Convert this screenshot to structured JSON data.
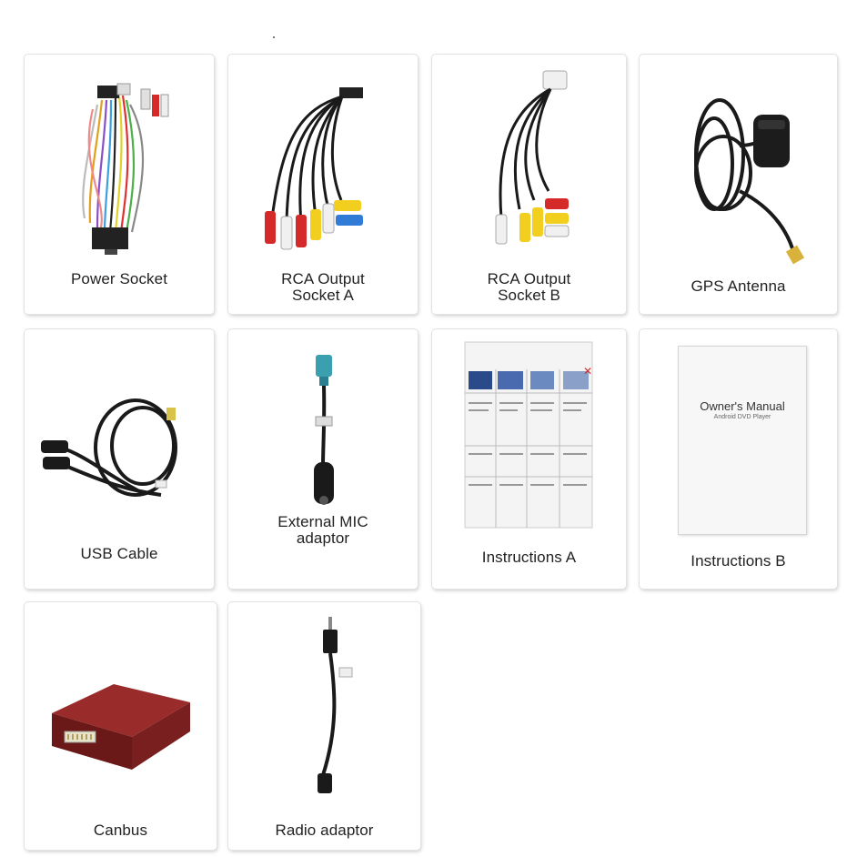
{
  "page": {
    "background": "#ffffff"
  },
  "items": [
    {
      "id": "power-socket",
      "lines": [
        "Power Socket"
      ],
      "icon": "wiring-harness-icon"
    },
    {
      "id": "rca-a",
      "lines": [
        "RCA Output",
        "Socket A"
      ],
      "icon": "rca-cable-icon"
    },
    {
      "id": "rca-b",
      "lines": [
        "RCA Output",
        "Socket B"
      ],
      "icon": "rca-cable-icon"
    },
    {
      "id": "gps",
      "lines": [
        "GPS Antenna"
      ],
      "icon": "gps-antenna-icon"
    },
    {
      "id": "usb",
      "lines": [
        "USB Cable"
      ],
      "icon": "usb-cable-icon"
    },
    {
      "id": "mic",
      "lines": [
        "External MIC",
        "adaptor"
      ],
      "icon": "mic-adaptor-icon"
    },
    {
      "id": "instr-a",
      "lines": [
        "Instructions A"
      ],
      "icon": "instruction-sheet-icon"
    },
    {
      "id": "instr-b",
      "lines": [
        "Instructions B"
      ],
      "icon": "manual-booklet-icon",
      "manual_title": "Owner's Manual",
      "manual_subtitle": "Android DVD Player"
    },
    {
      "id": "canbus",
      "lines": [
        "Canbus"
      ],
      "icon": "canbus-box-icon"
    },
    {
      "id": "radio",
      "lines": [
        "Radio adaptor"
      ],
      "icon": "radio-adaptor-icon"
    }
  ],
  "colors": {
    "red": "#d42a2a",
    "white": "#f2f2f2",
    "yellow": "#f2cf1e",
    "blue": "#2f7bd6",
    "cable": "#1a1a1a",
    "canbus": "#7a1f1f"
  }
}
